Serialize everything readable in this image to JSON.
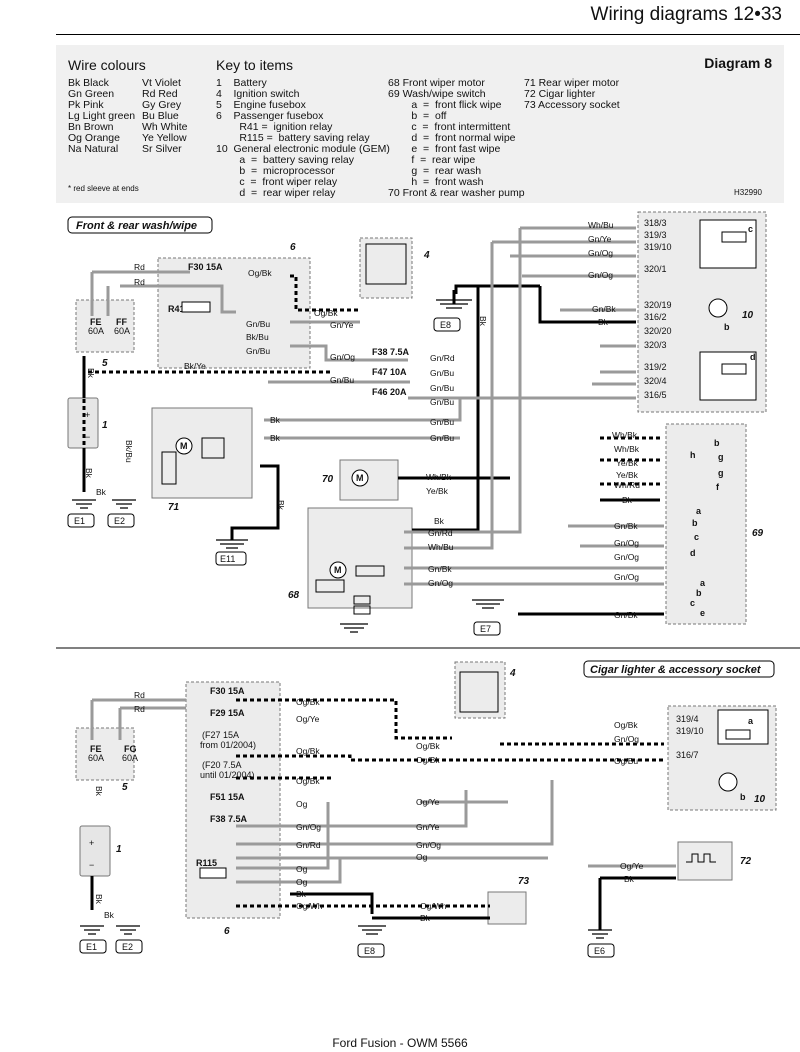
{
  "header": {
    "title": "Wiring diagrams  12•33"
  },
  "key": {
    "diagram": "Diagram 8",
    "wire_colours_title": "Wire colours",
    "wire_colours_col1": "Bk Black\nGn Green\nPk Pink\nLg Light green\nBn Brown\nOg Orange\nNa Natural",
    "wire_colours_col2": "Vt Violet\nRd Red\nGy Grey\nBu Blue\nWh White\nYe Yellow\nSr Silver",
    "key_title": "Key to items",
    "key_col1": "1    Battery\n4    Ignition switch\n5    Engine fusebox\n6    Passenger fusebox\n        R41 =  ignition relay\n        R115 =  battery saving relay\n10  General electronic module (GEM)\n        a  =  battery saving relay\n        b  =  microprocessor\n        c  =  front wiper relay\n        d  =  rear wiper relay",
    "key_col2": "68 Front wiper motor\n69 Wash/wipe switch\n        a  =  front flick wipe\n        b  =  off\n        c  =  front intermittent\n        d  =  front normal wipe\n        e  =  front fast wipe\n        f  =  rear wipe\n        g  =  rear wash\n        h  =  front wash\n70 Front & rear washer pump",
    "key_col3": "71 Rear wiper motor\n72 Cigar lighter\n73 Accessory socket",
    "note": "* red sleeve at ends",
    "code": "H32990"
  },
  "diagram1": {
    "title": "Front & rear wash/wipe",
    "fuses": [
      "F30 15A",
      "F38 7.5A",
      "F47 10A",
      "F46 20A",
      "FE 60A",
      "FF 60A"
    ],
    "relay": "R41",
    "pins_gem": [
      "318/3",
      "319/3",
      "319/10",
      "320/1",
      "320/19",
      "316/2",
      "320/20",
      "320/3",
      "319/2",
      "320/4",
      "316/5"
    ],
    "wires": [
      "Rd",
      "Og/Bk",
      "Og/Bk",
      "Gn/Ye",
      "Gn/Bu",
      "Bk/Bu",
      "Gn/Bu",
      "Bk/Ye",
      "Gn/Og",
      "Gn/Bu",
      "Gn/Rd",
      "Gn/Bu",
      "Gn/Bu",
      "Gn/Bu",
      "Bk",
      "Bk",
      "Wh/Bu",
      "Gn/Ye",
      "Gn/Og",
      "Gn/Og",
      "Gn/Bk",
      "Bk",
      "Wh/Bk",
      "Wh/Bk",
      "Ye/Bk",
      "Ye/Bk",
      "Wh/Rd",
      "Bk",
      "Gn/Bk",
      "Gn/Og",
      "Gn/Og",
      "Gn/Og",
      "Gn/Bk",
      "Wh/Bk",
      "Ye/Bk",
      "Bk",
      "Gn/Rd",
      "Wh/Bu",
      "Gn/Bk",
      "Gn/Og",
      "Bk/Bu"
    ],
    "ground": [
      "E1",
      "E2",
      "E8",
      "E11",
      "E7"
    ],
    "items": [
      "1",
      "4",
      "5",
      "6",
      "10",
      "68",
      "69",
      "70",
      "71"
    ]
  },
  "diagram2": {
    "title": "Cigar lighter & accessory socket",
    "fuses": [
      "F30 15A",
      "F29 15A",
      "F51 15A",
      "F38 7.5A",
      "FE 60A",
      "FG 60A"
    ],
    "fuse_f27": "(F27 15A from 01/2004)",
    "fuse_f20": "(F20 7.5A until 01/2004)",
    "relay": "R115",
    "pins_gem": [
      "319/4",
      "319/10",
      "316/7"
    ],
    "ground": [
      "E1",
      "E2",
      "E8",
      "E6"
    ],
    "items": [
      "1",
      "4",
      "5",
      "6",
      "10",
      "72",
      "73"
    ]
  },
  "footer": {
    "text": "Ford Fusion - OWM 5566"
  }
}
